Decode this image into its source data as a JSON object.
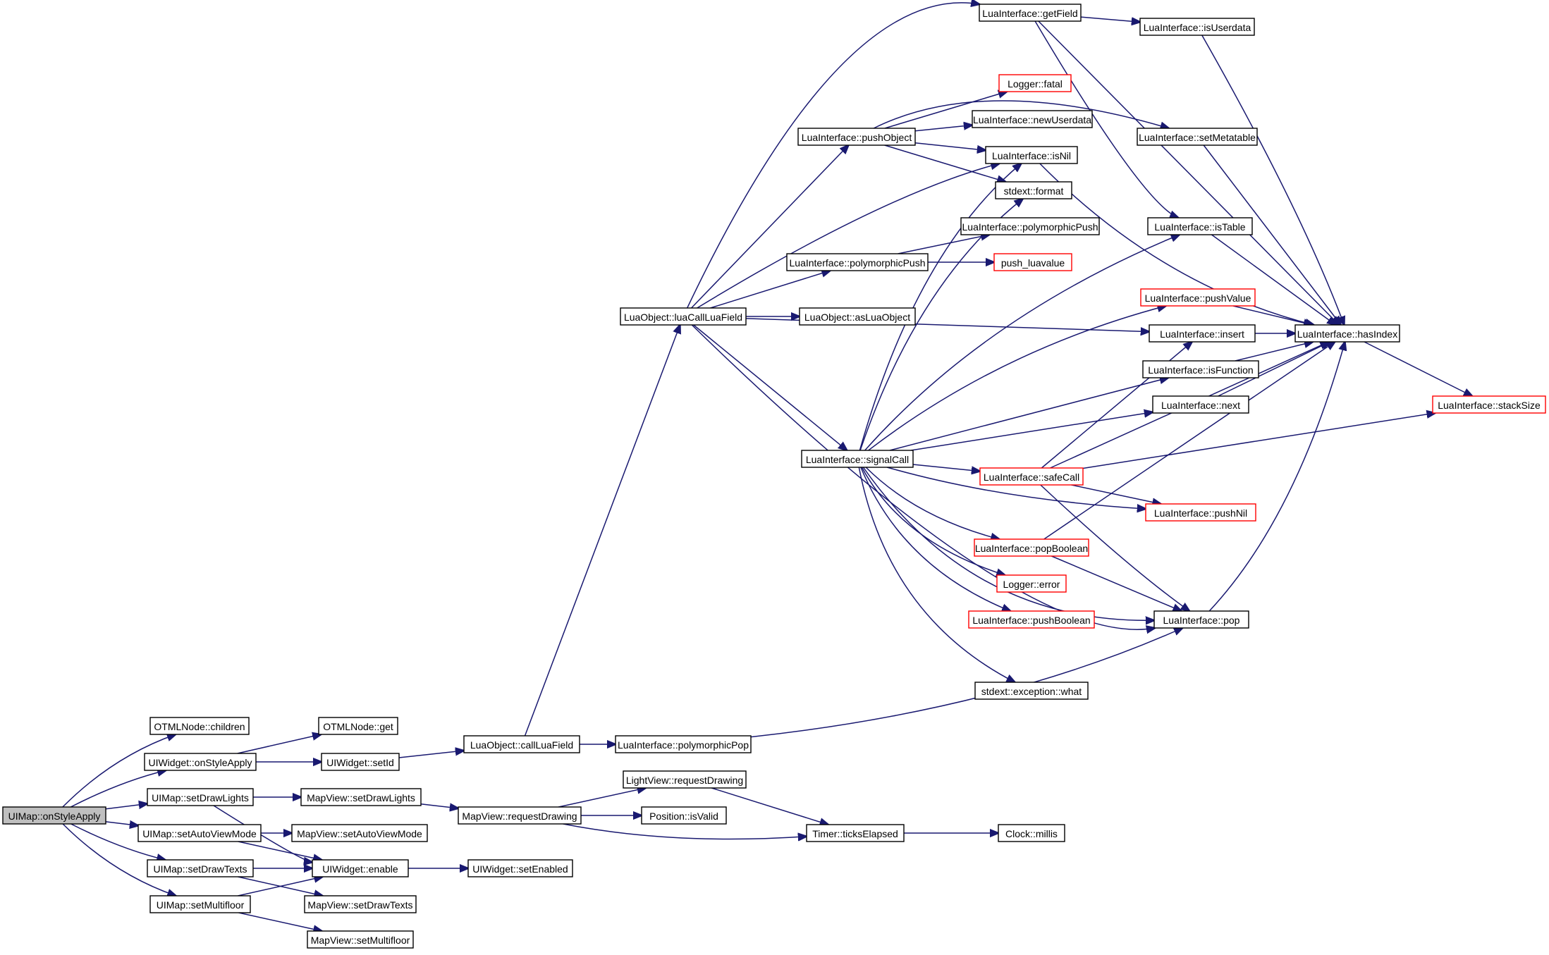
{
  "graph": {
    "root": "UIMap::onStyleApply",
    "colors": {
      "edge": "#191970",
      "node_border": "#000000",
      "truncated_border": "#ff0000",
      "root_fill": "#bfbfbf",
      "node_fill": "#ffffff"
    },
    "nodes": [
      {
        "id": "n0",
        "label": "UIMap::onStyleApply",
        "style": "root"
      },
      {
        "id": "n1",
        "label": "OTMLNode::children",
        "style": "normal"
      },
      {
        "id": "n2",
        "label": "UIWidget::onStyleApply",
        "style": "normal"
      },
      {
        "id": "n3",
        "label": "UIMap::setDrawLights",
        "style": "normal"
      },
      {
        "id": "n4",
        "label": "UIMap::setAutoViewMode",
        "style": "normal"
      },
      {
        "id": "n5",
        "label": "UIMap::setDrawTexts",
        "style": "normal"
      },
      {
        "id": "n6",
        "label": "UIMap::setMultifloor",
        "style": "normal"
      },
      {
        "id": "n7",
        "label": "OTMLNode::get",
        "style": "normal"
      },
      {
        "id": "n8",
        "label": "UIWidget::setId",
        "style": "normal"
      },
      {
        "id": "n9",
        "label": "MapView::setDrawLights",
        "style": "normal"
      },
      {
        "id": "n10",
        "label": "UIWidget::enable",
        "style": "normal"
      },
      {
        "id": "n11",
        "label": "MapView::setAutoViewMode",
        "style": "normal"
      },
      {
        "id": "n12",
        "label": "MapView::setDrawTexts",
        "style": "normal"
      },
      {
        "id": "n13",
        "label": "MapView::setMultifloor",
        "style": "normal"
      },
      {
        "id": "n14",
        "label": "LuaObject::callLuaField",
        "style": "normal"
      },
      {
        "id": "n15",
        "label": "MapView::requestDrawing",
        "style": "normal"
      },
      {
        "id": "n16",
        "label": "UIWidget::setEnabled",
        "style": "normal"
      },
      {
        "id": "n17",
        "label": "LuaInterface::polymorphicPop",
        "style": "normal"
      },
      {
        "id": "n18",
        "label": "LuaObject::luaCallLuaField",
        "style": "normal"
      },
      {
        "id": "n19",
        "label": "LightView::requestDrawing",
        "style": "normal"
      },
      {
        "id": "n20",
        "label": "Position::isValid",
        "style": "normal"
      },
      {
        "id": "n21",
        "label": "Timer::ticksElapsed",
        "style": "normal"
      },
      {
        "id": "n22",
        "label": "Clock::millis",
        "style": "normal"
      },
      {
        "id": "n23",
        "label": "LuaInterface::getField",
        "style": "normal"
      },
      {
        "id": "n24",
        "label": "LuaInterface::pushObject",
        "style": "normal"
      },
      {
        "id": "n25",
        "label": "LuaInterface::polymorphicPush",
        "style": "normal"
      },
      {
        "id": "n26",
        "label": "LuaObject::asLuaObject",
        "style": "normal"
      },
      {
        "id": "n27",
        "label": "LuaInterface::signalCall",
        "style": "normal"
      },
      {
        "id": "n28",
        "label": "LuaInterface::insert",
        "style": "normal"
      },
      {
        "id": "n29",
        "label": "LuaInterface::pop",
        "style": "normal"
      },
      {
        "id": "n30",
        "label": "LuaInterface::isUserdata",
        "style": "normal"
      },
      {
        "id": "n31",
        "label": "LuaInterface::hasIndex",
        "style": "normal"
      },
      {
        "id": "n32",
        "label": "LuaInterface::setMetatable",
        "style": "normal"
      },
      {
        "id": "n33",
        "label": "LuaInterface::isTable",
        "style": "normal"
      },
      {
        "id": "n34",
        "label": "Logger::fatal",
        "style": "truncated"
      },
      {
        "id": "n35",
        "label": "LuaInterface::newUserdata",
        "style": "normal"
      },
      {
        "id": "n36",
        "label": "LuaInterface::isNil",
        "style": "normal"
      },
      {
        "id": "n37",
        "label": "stdext::format",
        "style": "normal"
      },
      {
        "id": "n38",
        "label": "LuaInterface::polymorphicPush",
        "style": "normal"
      },
      {
        "id": "n39",
        "label": "push_luavalue",
        "style": "truncated"
      },
      {
        "id": "n40",
        "label": "LuaInterface::stackSize",
        "style": "truncated"
      },
      {
        "id": "n41",
        "label": "LuaInterface::pushValue",
        "style": "truncated"
      },
      {
        "id": "n42",
        "label": "LuaInterface::isFunction",
        "style": "normal"
      },
      {
        "id": "n43",
        "label": "LuaInterface::next",
        "style": "normal"
      },
      {
        "id": "n44",
        "label": "LuaInterface::safeCall",
        "style": "truncated"
      },
      {
        "id": "n45",
        "label": "LuaInterface::pushNil",
        "style": "truncated"
      },
      {
        "id": "n46",
        "label": "LuaInterface::popBoolean",
        "style": "truncated"
      },
      {
        "id": "n47",
        "label": "Logger::error",
        "style": "truncated"
      },
      {
        "id": "n48",
        "label": "LuaInterface::pushBoolean",
        "style": "truncated"
      },
      {
        "id": "n49",
        "label": "stdext::exception::what",
        "style": "normal"
      }
    ],
    "edges": [
      [
        "n0",
        "n1"
      ],
      [
        "n0",
        "n2"
      ],
      [
        "n0",
        "n3"
      ],
      [
        "n0",
        "n4"
      ],
      [
        "n0",
        "n5"
      ],
      [
        "n0",
        "n6"
      ],
      [
        "n2",
        "n7"
      ],
      [
        "n2",
        "n8"
      ],
      [
        "n3",
        "n9"
      ],
      [
        "n3",
        "n10"
      ],
      [
        "n4",
        "n11"
      ],
      [
        "n4",
        "n10"
      ],
      [
        "n5",
        "n10"
      ],
      [
        "n5",
        "n12"
      ],
      [
        "n6",
        "n10"
      ],
      [
        "n6",
        "n13"
      ],
      [
        "n8",
        "n14"
      ],
      [
        "n9",
        "n15"
      ],
      [
        "n10",
        "n16"
      ],
      [
        "n14",
        "n17"
      ],
      [
        "n14",
        "n18"
      ],
      [
        "n15",
        "n19"
      ],
      [
        "n15",
        "n20"
      ],
      [
        "n15",
        "n21"
      ],
      [
        "n17",
        "n29"
      ],
      [
        "n18",
        "n23"
      ],
      [
        "n18",
        "n24"
      ],
      [
        "n18",
        "n25"
      ],
      [
        "n18",
        "n26"
      ],
      [
        "n18",
        "n27"
      ],
      [
        "n18",
        "n28"
      ],
      [
        "n18",
        "n29"
      ],
      [
        "n18",
        "n36"
      ],
      [
        "n19",
        "n21"
      ],
      [
        "n21",
        "n22"
      ],
      [
        "n23",
        "n30"
      ],
      [
        "n23",
        "n31"
      ],
      [
        "n23",
        "n33"
      ],
      [
        "n24",
        "n34"
      ],
      [
        "n24",
        "n35"
      ],
      [
        "n24",
        "n36"
      ],
      [
        "n24",
        "n37"
      ],
      [
        "n24",
        "n32"
      ],
      [
        "n25",
        "n38"
      ],
      [
        "n25",
        "n39"
      ],
      [
        "n27",
        "n36"
      ],
      [
        "n27",
        "n37"
      ],
      [
        "n27",
        "n33"
      ],
      [
        "n27",
        "n41"
      ],
      [
        "n27",
        "n42"
      ],
      [
        "n27",
        "n43"
      ],
      [
        "n27",
        "n44"
      ],
      [
        "n27",
        "n45"
      ],
      [
        "n27",
        "n46"
      ],
      [
        "n27",
        "n47"
      ],
      [
        "n27",
        "n48"
      ],
      [
        "n27",
        "n49"
      ],
      [
        "n27",
        "n29"
      ],
      [
        "n28",
        "n31"
      ],
      [
        "n29",
        "n31"
      ],
      [
        "n30",
        "n31"
      ],
      [
        "n31",
        "n40"
      ],
      [
        "n32",
        "n31"
      ],
      [
        "n33",
        "n31"
      ],
      [
        "n36",
        "n31"
      ],
      [
        "n41",
        "n31"
      ],
      [
        "n42",
        "n31"
      ],
      [
        "n43",
        "n31"
      ],
      [
        "n44",
        "n31"
      ],
      [
        "n44",
        "n28"
      ],
      [
        "n44",
        "n40"
      ],
      [
        "n44",
        "n45"
      ],
      [
        "n44",
        "n29"
      ],
      [
        "n46",
        "n31"
      ],
      [
        "n46",
        "n29"
      ]
    ]
  }
}
